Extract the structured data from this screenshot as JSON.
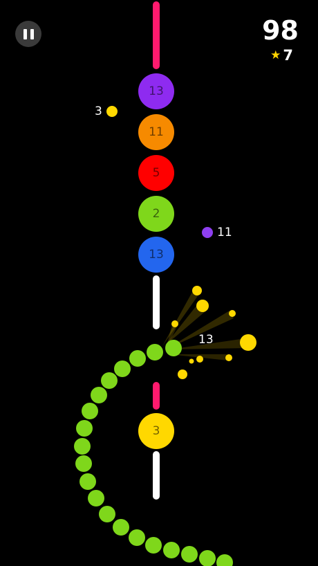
{
  "hud": {
    "score": "98",
    "stars": "7",
    "star_color": "#ffd400"
  },
  "blocks": [
    {
      "label": "13",
      "color": "#8e2bf0"
    },
    {
      "label": "11",
      "color": "#f68a00"
    },
    {
      "label": "5",
      "color": "#ff0000"
    },
    {
      "label": "2",
      "color": "#7fd71b"
    },
    {
      "label": "13",
      "color": "#2366ee"
    },
    {
      "label": "3",
      "color": "#ffd800"
    }
  ],
  "pickups": [
    {
      "label": "3",
      "color": "#ffd800"
    },
    {
      "label": "11",
      "color": "#8e3ff0"
    }
  ],
  "snake": {
    "length_label": "13",
    "color": "#7fd71b"
  },
  "wall_colors": {
    "pink": "#ff1a6e",
    "white": "#ffffff"
  },
  "burst_color": "#ffd800"
}
